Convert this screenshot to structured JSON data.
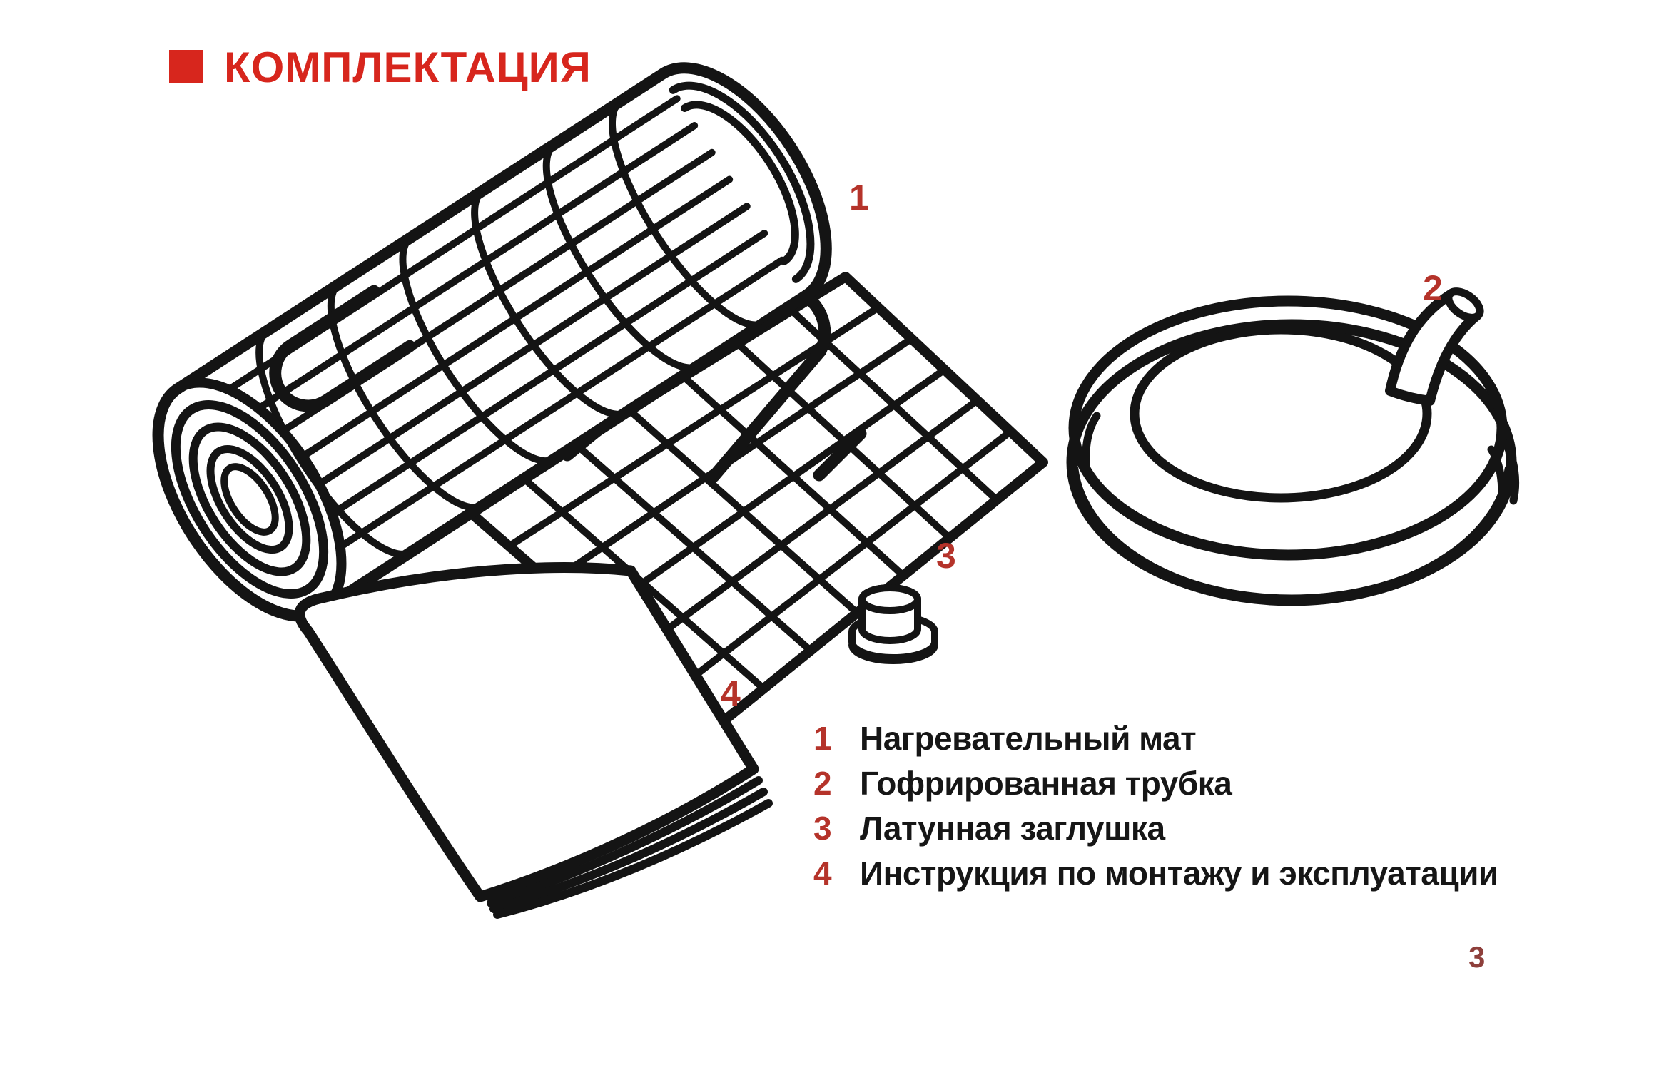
{
  "colors": {
    "header_red": "#d7261d",
    "accent_red": "#b5332a",
    "page_num_red": "#8e3f3b",
    "line_color": "#141414",
    "text_color": "#161616",
    "page_bg": "#ffffff"
  },
  "header": {
    "title": "КОМПЛЕКТАЦИЯ"
  },
  "items": [
    {
      "number": "1",
      "name": "Нагревательный мат"
    },
    {
      "number": "2",
      "name": "Гофрированная трубка"
    },
    {
      "number": "3",
      "name": "Латунная заглушка"
    },
    {
      "number": "4",
      "name": "Инструкция по монтажу и эксплуатации"
    }
  ],
  "callouts": {
    "mat": "1",
    "tube": "2",
    "plug": "3",
    "manual": "4"
  },
  "footer": {
    "page_number": "3"
  }
}
